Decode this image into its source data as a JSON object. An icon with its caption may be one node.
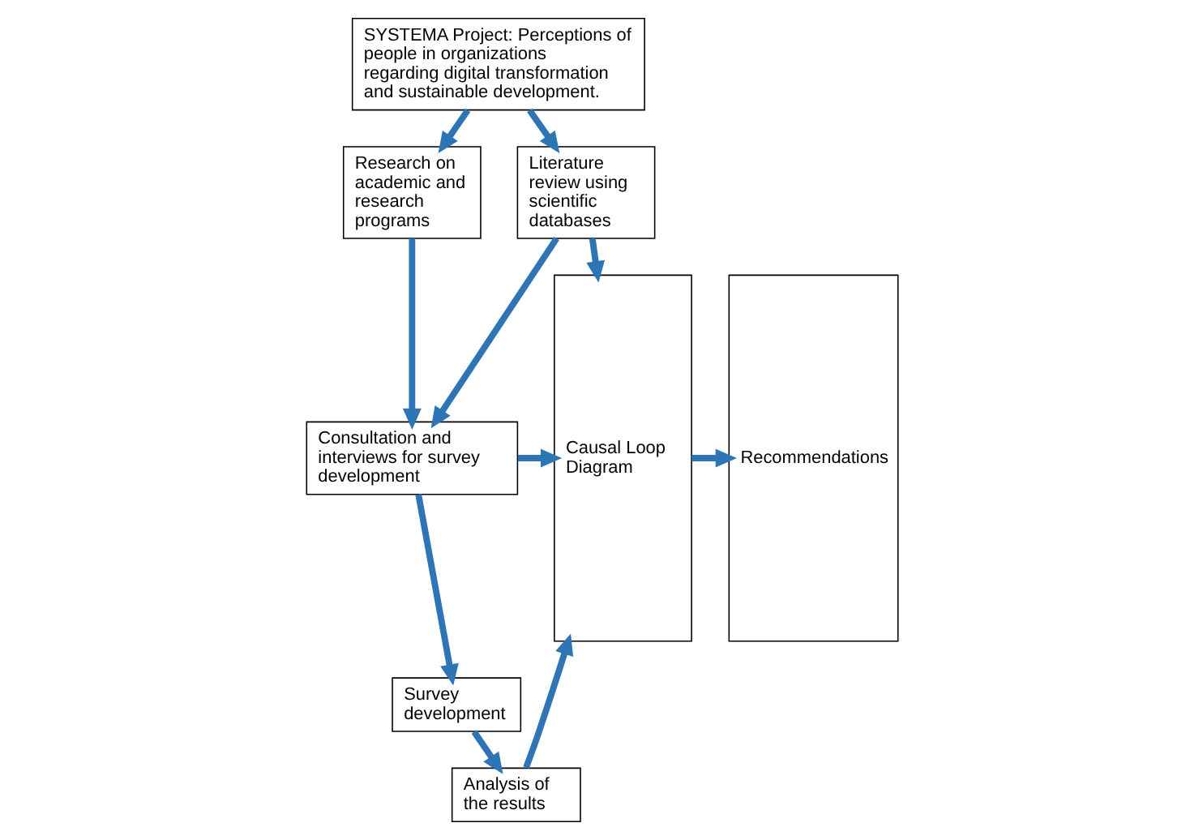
{
  "diagram": {
    "nodes": [
      {
        "text": [
          "SYSTEMA Project: Perceptions of people in organizations regarding digital transformation and sustainable development."
        ]
      },
      {
        "text": [
          "Literature review using scientific databases"
        ]
      },
      {
        "text": [
          "Research on academic and research programs"
        ]
      },
      {
        "text": [
          "Consultation and interviews for survey development"
        ]
      },
      {
        "text": [
          "Survey development"
        ]
      },
      {
        "text": [
          "Analysis of the results"
        ]
      },
      {
        "text": [
          "Causal Loop Diagram"
        ]
      },
      {
        "text": [
          "Recommendations"
        ]
      }
    ],
    "edges": [
      {
        "from": 0,
        "to": 1,
        "arrow": "to"
      },
      {
        "from": 0,
        "to": 2,
        "arrow": "to"
      },
      {
        "from": 1,
        "to": 3,
        "arrow": "to"
      },
      {
        "from": 2,
        "to": 3,
        "arrow": "to"
      },
      {
        "from": 3,
        "to": 4,
        "arrow": "to"
      },
      {
        "from": 4,
        "to": 5,
        "arrow": "to"
      },
      {
        "from": 1,
        "to": 6,
        "arrow": "to"
      },
      {
        "from": 3,
        "to": 6,
        "arrow": "to"
      },
      {
        "from": 5,
        "to": 6,
        "arrow": "to"
      },
      {
        "from": 6,
        "to": 7,
        "arrow": "to"
      }
    ]
  }
}
